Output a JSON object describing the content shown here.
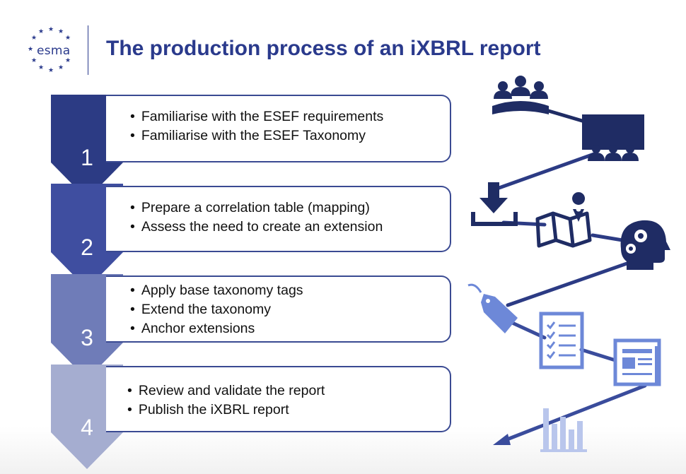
{
  "header": {
    "logo_text": "esma",
    "title": "The production process of an iXBRL report"
  },
  "steps": [
    {
      "number": "1",
      "items": [
        "Familiarise with the ESEF requirements",
        "Familiarise with the ESEF Taxonomy"
      ]
    },
    {
      "number": "2",
      "items": [
        "Prepare a correlation table (mapping)",
        "Assess the need to create an extension"
      ]
    },
    {
      "number": "3",
      "items": [
        "Apply base taxonomy tags",
        "Extend the taxonomy",
        "Anchor extensions"
      ]
    },
    {
      "number": "4",
      "items": [
        "Review and validate the report",
        "Publish the iXBRL report"
      ]
    }
  ],
  "colors": {
    "navy": "#1f2c64",
    "step1": "#2c3b84",
    "step2": "#3f4ea0",
    "step3": "#6f7cb8",
    "step4": "#a5add0",
    "icon_dark": "#1f2c64",
    "icon_mid": "#3a4c9c",
    "icon_light": "#6d88d8",
    "icon_pale": "#b9c6ec"
  },
  "icons": [
    "meeting-icon",
    "presentation-icon",
    "download-icon",
    "map-icon",
    "head-gears-icon",
    "tag-icon",
    "checklist-icon",
    "newspaper-icon",
    "bar-chart-icon"
  ]
}
